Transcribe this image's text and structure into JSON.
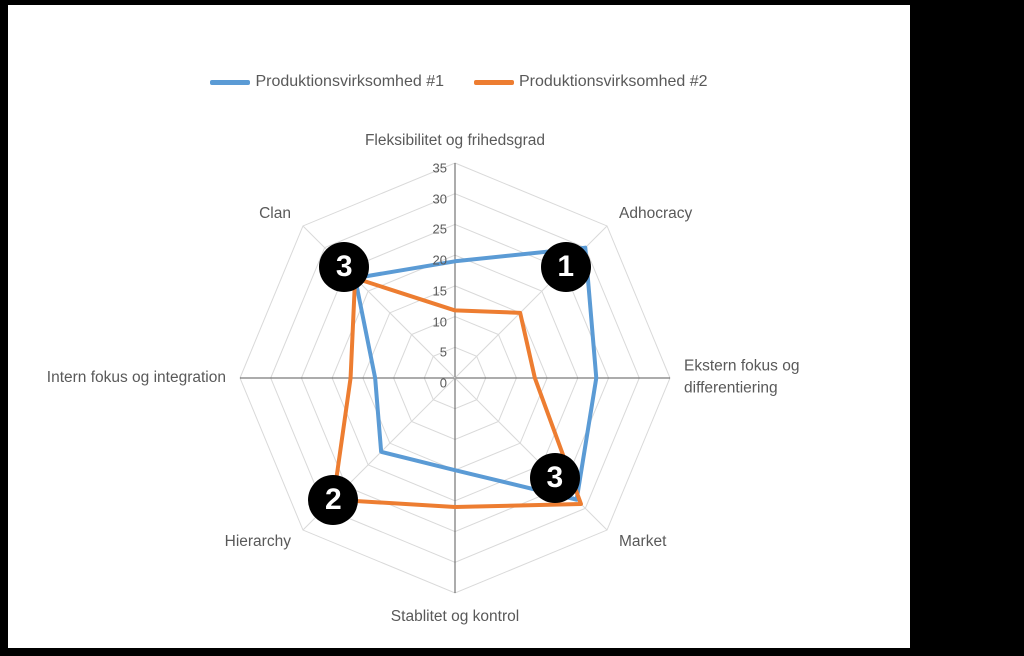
{
  "window": {
    "background": "#000000",
    "panel_background": "#ffffff"
  },
  "legend": {
    "position": "top",
    "items": [
      {
        "label": "Produktionsvirksomhed #1",
        "color": "#5B9BD5"
      },
      {
        "label": "Produktionsvirksomhed #2",
        "color": "#ED7D31"
      }
    ]
  },
  "chart_data": {
    "type": "radar",
    "title": "",
    "categories": [
      "Fleksibilitet og frihedsgrad",
      "Adhocracy",
      "Ekstern fokus og differentiering",
      "Market",
      "Stablitet og kontrol",
      "Hierarchy",
      "Intern fokus og integration",
      "Clan"
    ],
    "series": [
      {
        "name": "Produktionsvirksomhed #1",
        "color": "#5B9BD5",
        "values": [
          19,
          30,
          23,
          28,
          15,
          17,
          13,
          23
        ]
      },
      {
        "name": "Produktionsvirksomhed #2",
        "color": "#ED7D31",
        "values": [
          11,
          15,
          13,
          29,
          21,
          28,
          17,
          23
        ]
      }
    ],
    "axis": {
      "min": 0,
      "max": 35,
      "tick_step": 5,
      "tick_labels": [
        "0",
        "5",
        "10",
        "15",
        "20",
        "25",
        "30",
        "35"
      ]
    },
    "grid": {
      "rings": true,
      "ring_color": "#D9D9D9",
      "axis_cross_color": "#595959"
    },
    "label_color": "#595959",
    "annotations": [
      {
        "label": "3",
        "category": "Clan",
        "r": 25.5
      },
      {
        "label": "1",
        "category": "Adhocracy",
        "r": 25.5
      },
      {
        "label": "3",
        "category": "Market",
        "r": 23
      },
      {
        "label": "2",
        "category": "Hierarchy",
        "r": 28
      }
    ],
    "legend_position": "top"
  }
}
